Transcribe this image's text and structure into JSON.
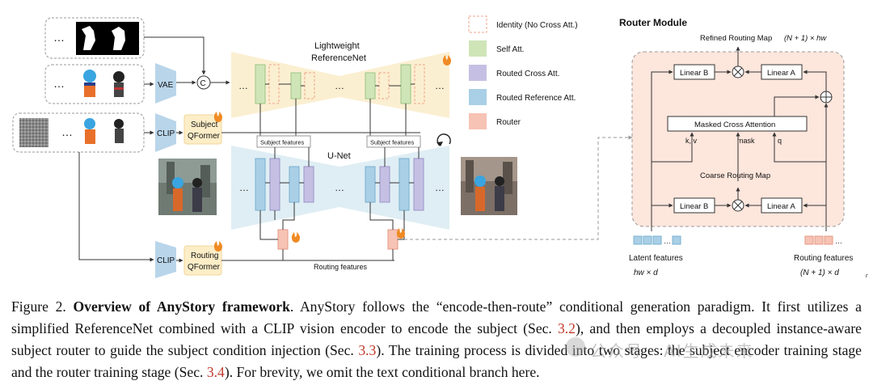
{
  "figure": {
    "legend": {
      "identity": "Identity (No Cross Att.)",
      "self": "Self Att.",
      "routed_cross": "Routed Cross Att.",
      "routed_reference": "Routed Reference Att.",
      "router": "Router"
    },
    "ellipsis": "…",
    "vae": "VAE",
    "concat": "C",
    "clip": "CLIP",
    "subject_qformer": [
      "Subject",
      "QFormer"
    ],
    "routing_qformer": [
      "Routing",
      "QFormer"
    ],
    "referencenet_title": [
      "Lightweight",
      "ReferenceNet"
    ],
    "unet_title": "U-Net",
    "subject_features": "Subject features",
    "routing_features": "Routing features",
    "router_module": {
      "title": "Router Module",
      "refined_map": "Refined Routing Map",
      "refined_dim": "(N + 1) × hw",
      "linear_b": "Linear B",
      "linear_a": "Linear A",
      "masked_attention": "Masked Cross Attention",
      "kv": "k, v",
      "mask": "mask",
      "q": "q",
      "coarse_map": "Coarse Routing Map",
      "latent_features": "Latent features",
      "latent_dim": "hw × d",
      "routing_features": "Routing features",
      "routing_dim": "(N + 1) × d",
      "routing_dim_sub": "r"
    }
  },
  "caption": {
    "figure_no": "Figure 2.",
    "title": "Overview of AnyStory framework",
    "text_1": ". AnyStory follows the “encode-then-route” conditional generation paradigm. It first utilizes a simplified ReferenceNet combined with a CLIP vision encoder to encode the subject (Sec. ",
    "ref_1": "3.2",
    "text_2": "), and then employs a decoupled instance-aware subject router to guide the subject condition injection (Sec. ",
    "ref_2": "3.3",
    "text_3": "). The training process is divided into two stages: the subject encoder training stage and the router training stage (Sec. ",
    "ref_3": "3.4",
    "text_4": "). For brevity, we omit the text conditional branch here."
  },
  "watermark": "公众号 · AI生成未来",
  "colors": {
    "self_att": "#cfe5b8",
    "routed_cross": "#c5c0e3",
    "routed_reference": "#a9cfe6",
    "router": "#f6c3b4",
    "referencenet_bg": "#fbefd1",
    "unet_bg": "#dfeef4",
    "router_module_bg": "#fde6dc",
    "qformer": "#fdeec8",
    "encoder": "#b9d5ea"
  }
}
